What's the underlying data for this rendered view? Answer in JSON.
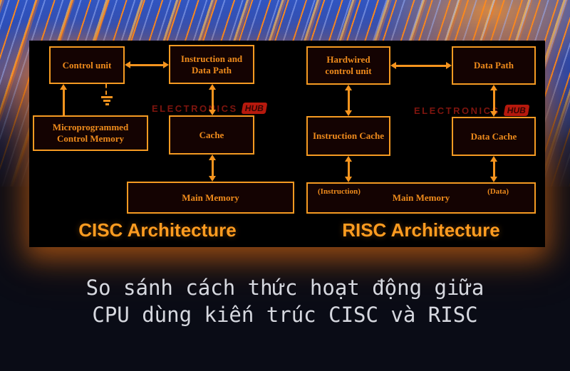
{
  "cisc": {
    "title": "CISC Architecture",
    "boxes": {
      "control_unit": "Control unit",
      "instruction_data_path": "Instruction and\nData Path",
      "microprogrammed": "Microprogrammed\nControl Memory",
      "cache": "Cache",
      "main_memory": "Main Memory"
    }
  },
  "risc": {
    "title": "RISC Architecture",
    "boxes": {
      "hardwired": "Hardwired\ncontrol unit",
      "data_path": "Data Path",
      "instruction_cache": "Instruction Cache",
      "data_cache": "Data Cache",
      "main_memory": "Main Memory",
      "instruction_tag": "(Instruction)",
      "data_tag": "(Data)"
    }
  },
  "watermark": {
    "text": "ELECTRONICS",
    "badge": "HUB"
  },
  "caption": {
    "line1": "So sánh cách thức hoạt động giữa",
    "line2": "CPU dùng kiến trúc CISC và RISC"
  },
  "colors": {
    "accent_orange": "#f5941e",
    "title_orange": "#ff9c20",
    "box_text_orange": "#ef8b1c",
    "watermark_red": "#7e150e",
    "badge_red": "#b6190d",
    "panel_black": "#000000",
    "background_navy": "#0a0c16",
    "circuit_blue": "#1d3da6",
    "caption_gray": "#d6d8df"
  }
}
